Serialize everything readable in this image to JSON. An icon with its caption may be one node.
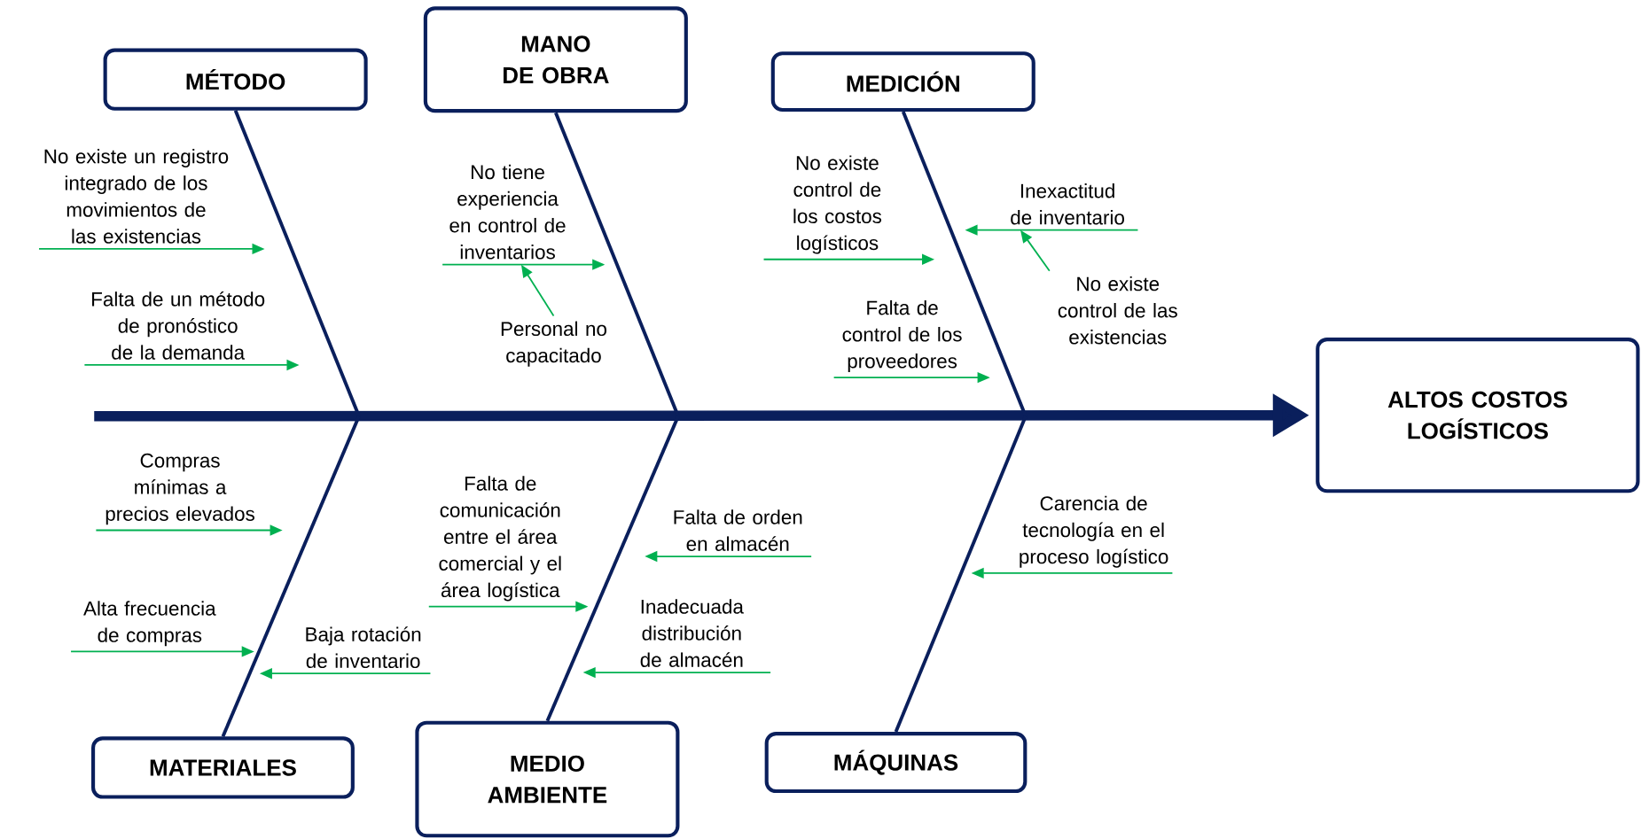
{
  "diagram": {
    "nodes": [
      {
        "text": [
          "MÉTODO"
        ]
      },
      {
        "text": [
          "MANO DE OBRA"
        ]
      },
      {
        "text": [
          "MEDICIÓN"
        ]
      },
      {
        "text": [
          "No existe un registro integrado de los movimientos de las existencias"
        ]
      },
      {
        "text": [
          "Falta de un método de pronóstico de la demanda"
        ]
      },
      {
        "text": [
          "No tiene experiencia en control de inventarios"
        ]
      },
      {
        "text": [
          "Personal no capacitado"
        ]
      },
      {
        "text": [
          "No existe control de los costos logísticos"
        ]
      },
      {
        "text": [
          "Inexactitud de inventario"
        ]
      },
      {
        "text": [
          "No existe control de las existencias"
        ]
      },
      {
        "text": [
          "Falta de control de los proveedores"
        ]
      },
      {
        "text": [
          "ALTOS COSTOS LOGÍSTICOS"
        ]
      },
      {
        "text": [
          "Compras mínimas a precios elevados"
        ]
      },
      {
        "text": [
          "Alta frecuencia de compras"
        ]
      },
      {
        "text": [
          "Baja rotación de inventario"
        ]
      },
      {
        "text": [
          "Falta de comunicación entre el área comercial y el área logística"
        ]
      },
      {
        "text": [
          "Falta de orden en almacén"
        ]
      },
      {
        "text": [
          "Inadecuada distribución de almacén"
        ]
      },
      {
        "text": [
          "Carencia de tecnología en el proceso logístico"
        ]
      },
      {
        "text": [
          "MATERIALES"
        ]
      },
      {
        "text": [
          "MEDIO AMBIENTE"
        ]
      },
      {
        "text": [
          "MÁQUINAS"
        ]
      }
    ],
    "edges": [
      {
        "from": null,
        "to": 11,
        "arrow": "to",
        "style": "thick",
        "color": "#0a1f5c"
      },
      {
        "from": 0,
        "to": null,
        "arrow": "none",
        "color": "#0a1f5c"
      },
      {
        "from": 1,
        "to": null,
        "arrow": "none",
        "color": "#0a1f5c"
      },
      {
        "from": 2,
        "to": null,
        "arrow": "none",
        "color": "#0a1f5c"
      },
      {
        "from": 19,
        "to": null,
        "arrow": "none",
        "color": "#0a1f5c"
      },
      {
        "from": 20,
        "to": null,
        "arrow": "none",
        "color": "#0a1f5c"
      },
      {
        "from": 21,
        "to": null,
        "arrow": "none",
        "color": "#0a1f5c"
      },
      {
        "from": 3,
        "to": null,
        "arrow": "to"
      },
      {
        "from": 4,
        "to": null,
        "arrow": "to"
      },
      {
        "from": 5,
        "to": null,
        "arrow": "to"
      },
      {
        "from": 6,
        "to": 5,
        "arrow": "to"
      },
      {
        "from": 7,
        "to": null,
        "arrow": "to"
      },
      {
        "from": 8,
        "to": null,
        "arrow": "to"
      },
      {
        "from": 9,
        "to": 8,
        "arrow": "to"
      },
      {
        "from": 10,
        "to": null,
        "arrow": "to"
      },
      {
        "from": 12,
        "to": null,
        "arrow": "to"
      },
      {
        "from": 13,
        "to": null,
        "arrow": "to"
      },
      {
        "from": 14,
        "to": null,
        "arrow": "to"
      },
      {
        "from": 15,
        "to": null,
        "arrow": "to"
      },
      {
        "from": 16,
        "to": null,
        "arrow": "to"
      },
      {
        "from": 17,
        "to": null,
        "arrow": "to"
      },
      {
        "from": 18,
        "to": null,
        "arrow": "to"
      }
    ]
  }
}
